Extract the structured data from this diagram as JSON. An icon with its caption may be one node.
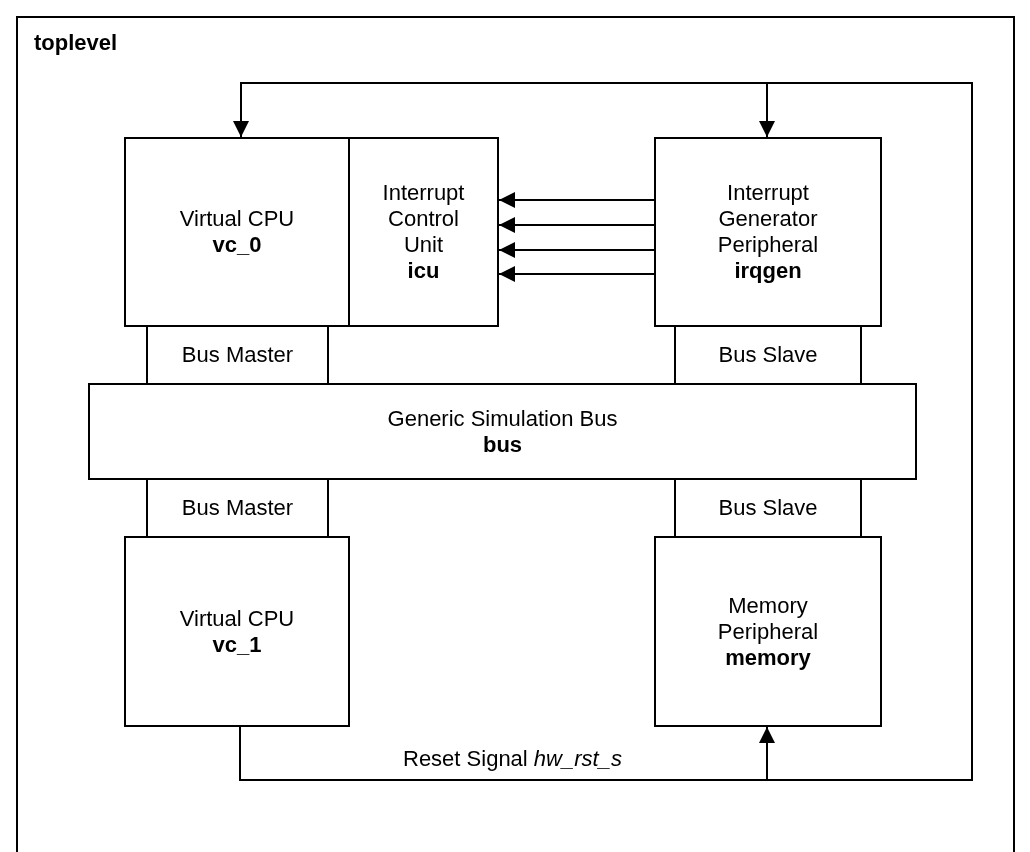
{
  "diagram": {
    "nodes": [
      {
        "text": [
          "toplevel"
        ]
      },
      {
        "text": [
          "Virtual CPU",
          "vc_0"
        ],
        "in": 0
      },
      {
        "text": [
          "Interrupt Control Unit",
          "icu"
        ],
        "in": 0
      },
      {
        "text": [
          "Interrupt Generator Peripheral",
          "irqgen"
        ],
        "in": 0
      },
      {
        "text": [
          "Bus Master"
        ],
        "in": 0
      },
      {
        "text": [
          "Bus Slave"
        ],
        "in": 0
      },
      {
        "text": [
          "Generic Simulation Bus",
          "bus"
        ],
        "in": 0
      },
      {
        "text": [
          "Bus Master"
        ],
        "in": 0
      },
      {
        "text": [
          "Bus Slave"
        ],
        "in": 0
      },
      {
        "text": [
          "Virtual CPU",
          "vc_1"
        ],
        "in": 0
      },
      {
        "text": [
          "Memory Peripheral",
          "memory"
        ],
        "in": 0
      }
    ],
    "edges": [
      {
        "from": 3,
        "to": 2,
        "arrow": "to"
      },
      {
        "from": 3,
        "to": 2,
        "arrow": "to"
      },
      {
        "from": 3,
        "to": 2,
        "arrow": "to"
      },
      {
        "from": 3,
        "to": 2,
        "arrow": "to"
      },
      {
        "from": 9,
        "to": 1,
        "arrow": "to"
      },
      {
        "from": 9,
        "to": 3,
        "arrow": "to"
      },
      {
        "from": 9,
        "to": 10,
        "arrow": "to",
        "label": "Reset Signal *hw_rst_s*"
      }
    ]
  }
}
